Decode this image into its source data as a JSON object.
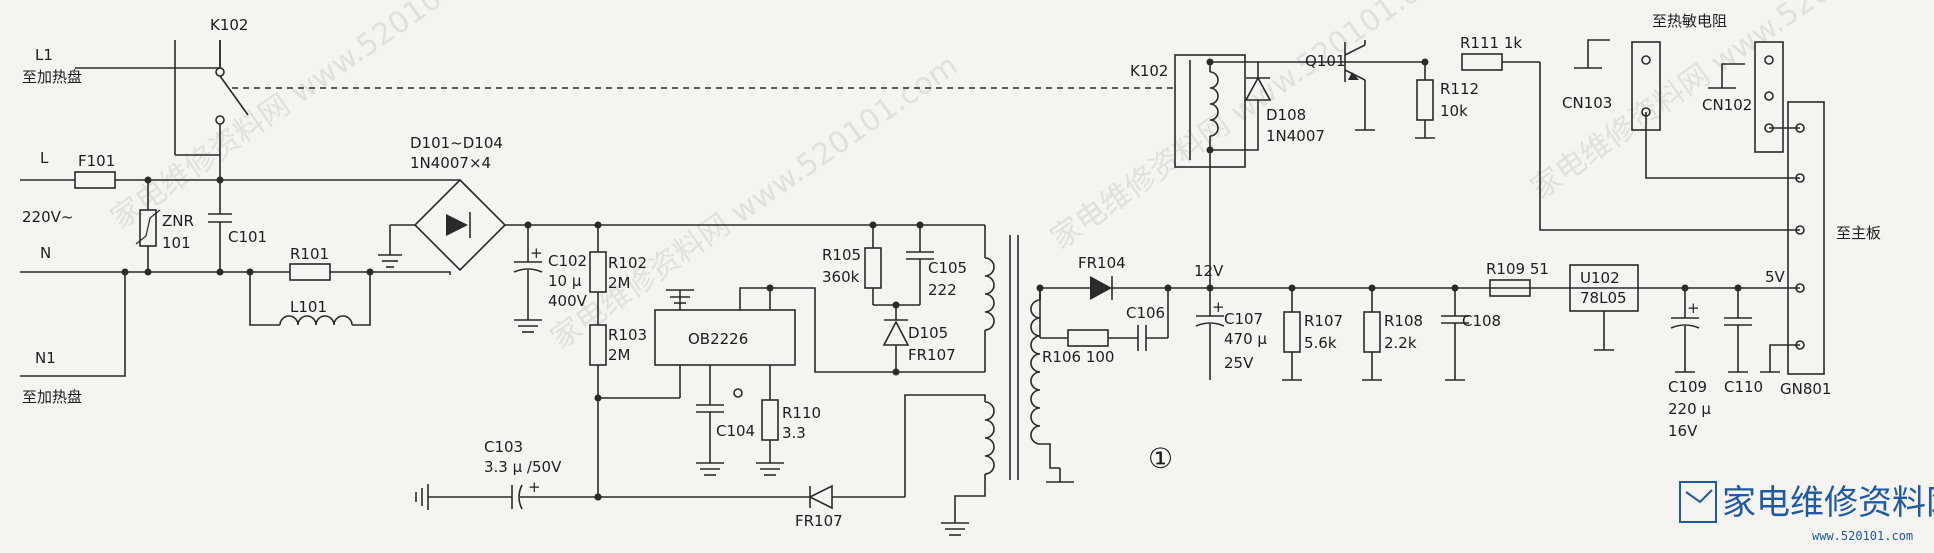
{
  "watermark": "家电维修资料网 www.520101.com",
  "logo": {
    "text": "家电维修资料网",
    "url": "www.520101.com"
  },
  "circled_number": "①",
  "labels": {
    "k102_top": "K102",
    "l1": "L1",
    "l1_dest": "至加热盘",
    "l": "L",
    "f101": "F101",
    "v220": "220V~",
    "znr": "ZNR",
    "znr_val": "101",
    "c101": "C101",
    "n": "N",
    "r101": "R101",
    "l101": "L101",
    "n1": "N1",
    "n1_dest": "至加热盘",
    "d101": "D101~D104",
    "d101_val": "1N4007×4",
    "c102": "C102",
    "c102_val1": "10 μ",
    "c102_val2": "400V",
    "r102": "R102",
    "r102_val": "2M",
    "r103": "R103",
    "r103_val": "2M",
    "ic": "OB2226",
    "r105": "R105",
    "r105_val": "360k",
    "c105": "C105",
    "c105_val": "222",
    "d105": "D105",
    "d105_val": "FR107",
    "c104": "C104",
    "r110": "R110",
    "r110_val": "3.3",
    "c103": "C103",
    "c103_val": "3.3 μ /50V",
    "fr107b": "FR107",
    "k102_coil": "K102",
    "d108": "D108",
    "d108_val": "1N4007",
    "q101": "Q101",
    "r111": "R111  1k",
    "r112": "R112",
    "r112_val": "10k",
    "heat_dest": "至热敏电阻",
    "cn103": "CN103",
    "cn102": "CN102",
    "mainboard": "至主板",
    "fr104": "FR104",
    "c106": "C106",
    "r106": "R106  100",
    "v12": "12V",
    "c107": "C107",
    "c107_val1": "470 μ",
    "c107_val2": "25V",
    "r107": "R107",
    "r107_val": "5.6k",
    "r108": "R108",
    "r108_val": "2.2k",
    "c108": "C108",
    "r109": "R109  51",
    "u102": "U102",
    "u102_val": "78L05",
    "v5": "5V",
    "c109": "C109",
    "c109_val1": "220 μ",
    "c109_val2": "16V",
    "c110": "C110",
    "gn801": "GN801"
  }
}
